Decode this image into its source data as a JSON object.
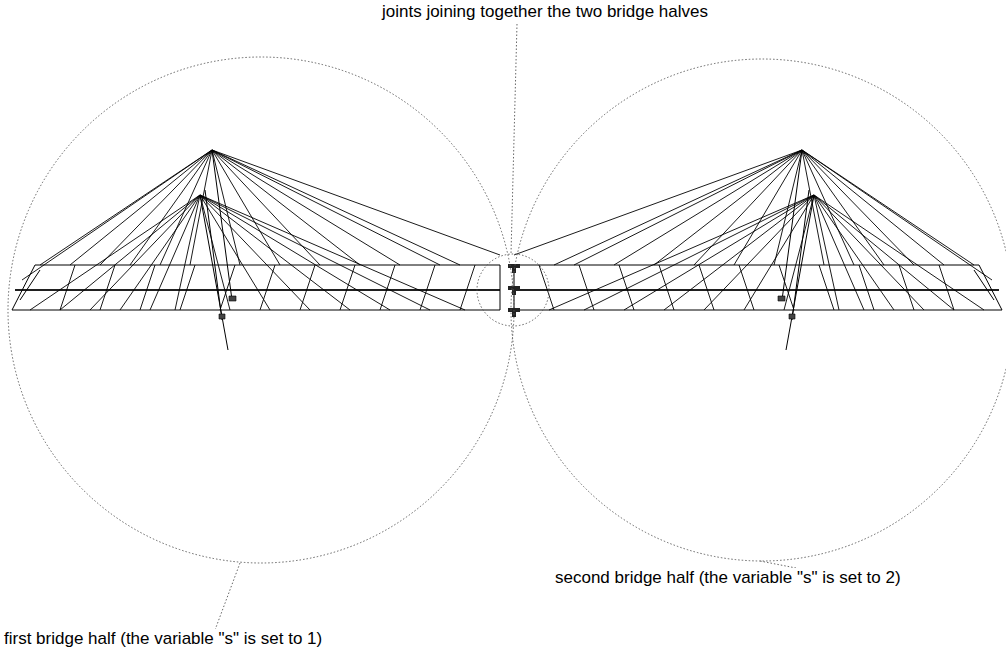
{
  "diagram": {
    "labels": [
      "joints joining together the two bridge halves",
      "second bridge half (the variable \"s\" is set to 2)",
      "first bridge half (the variable \"s\" is set to 1)"
    ]
  }
}
